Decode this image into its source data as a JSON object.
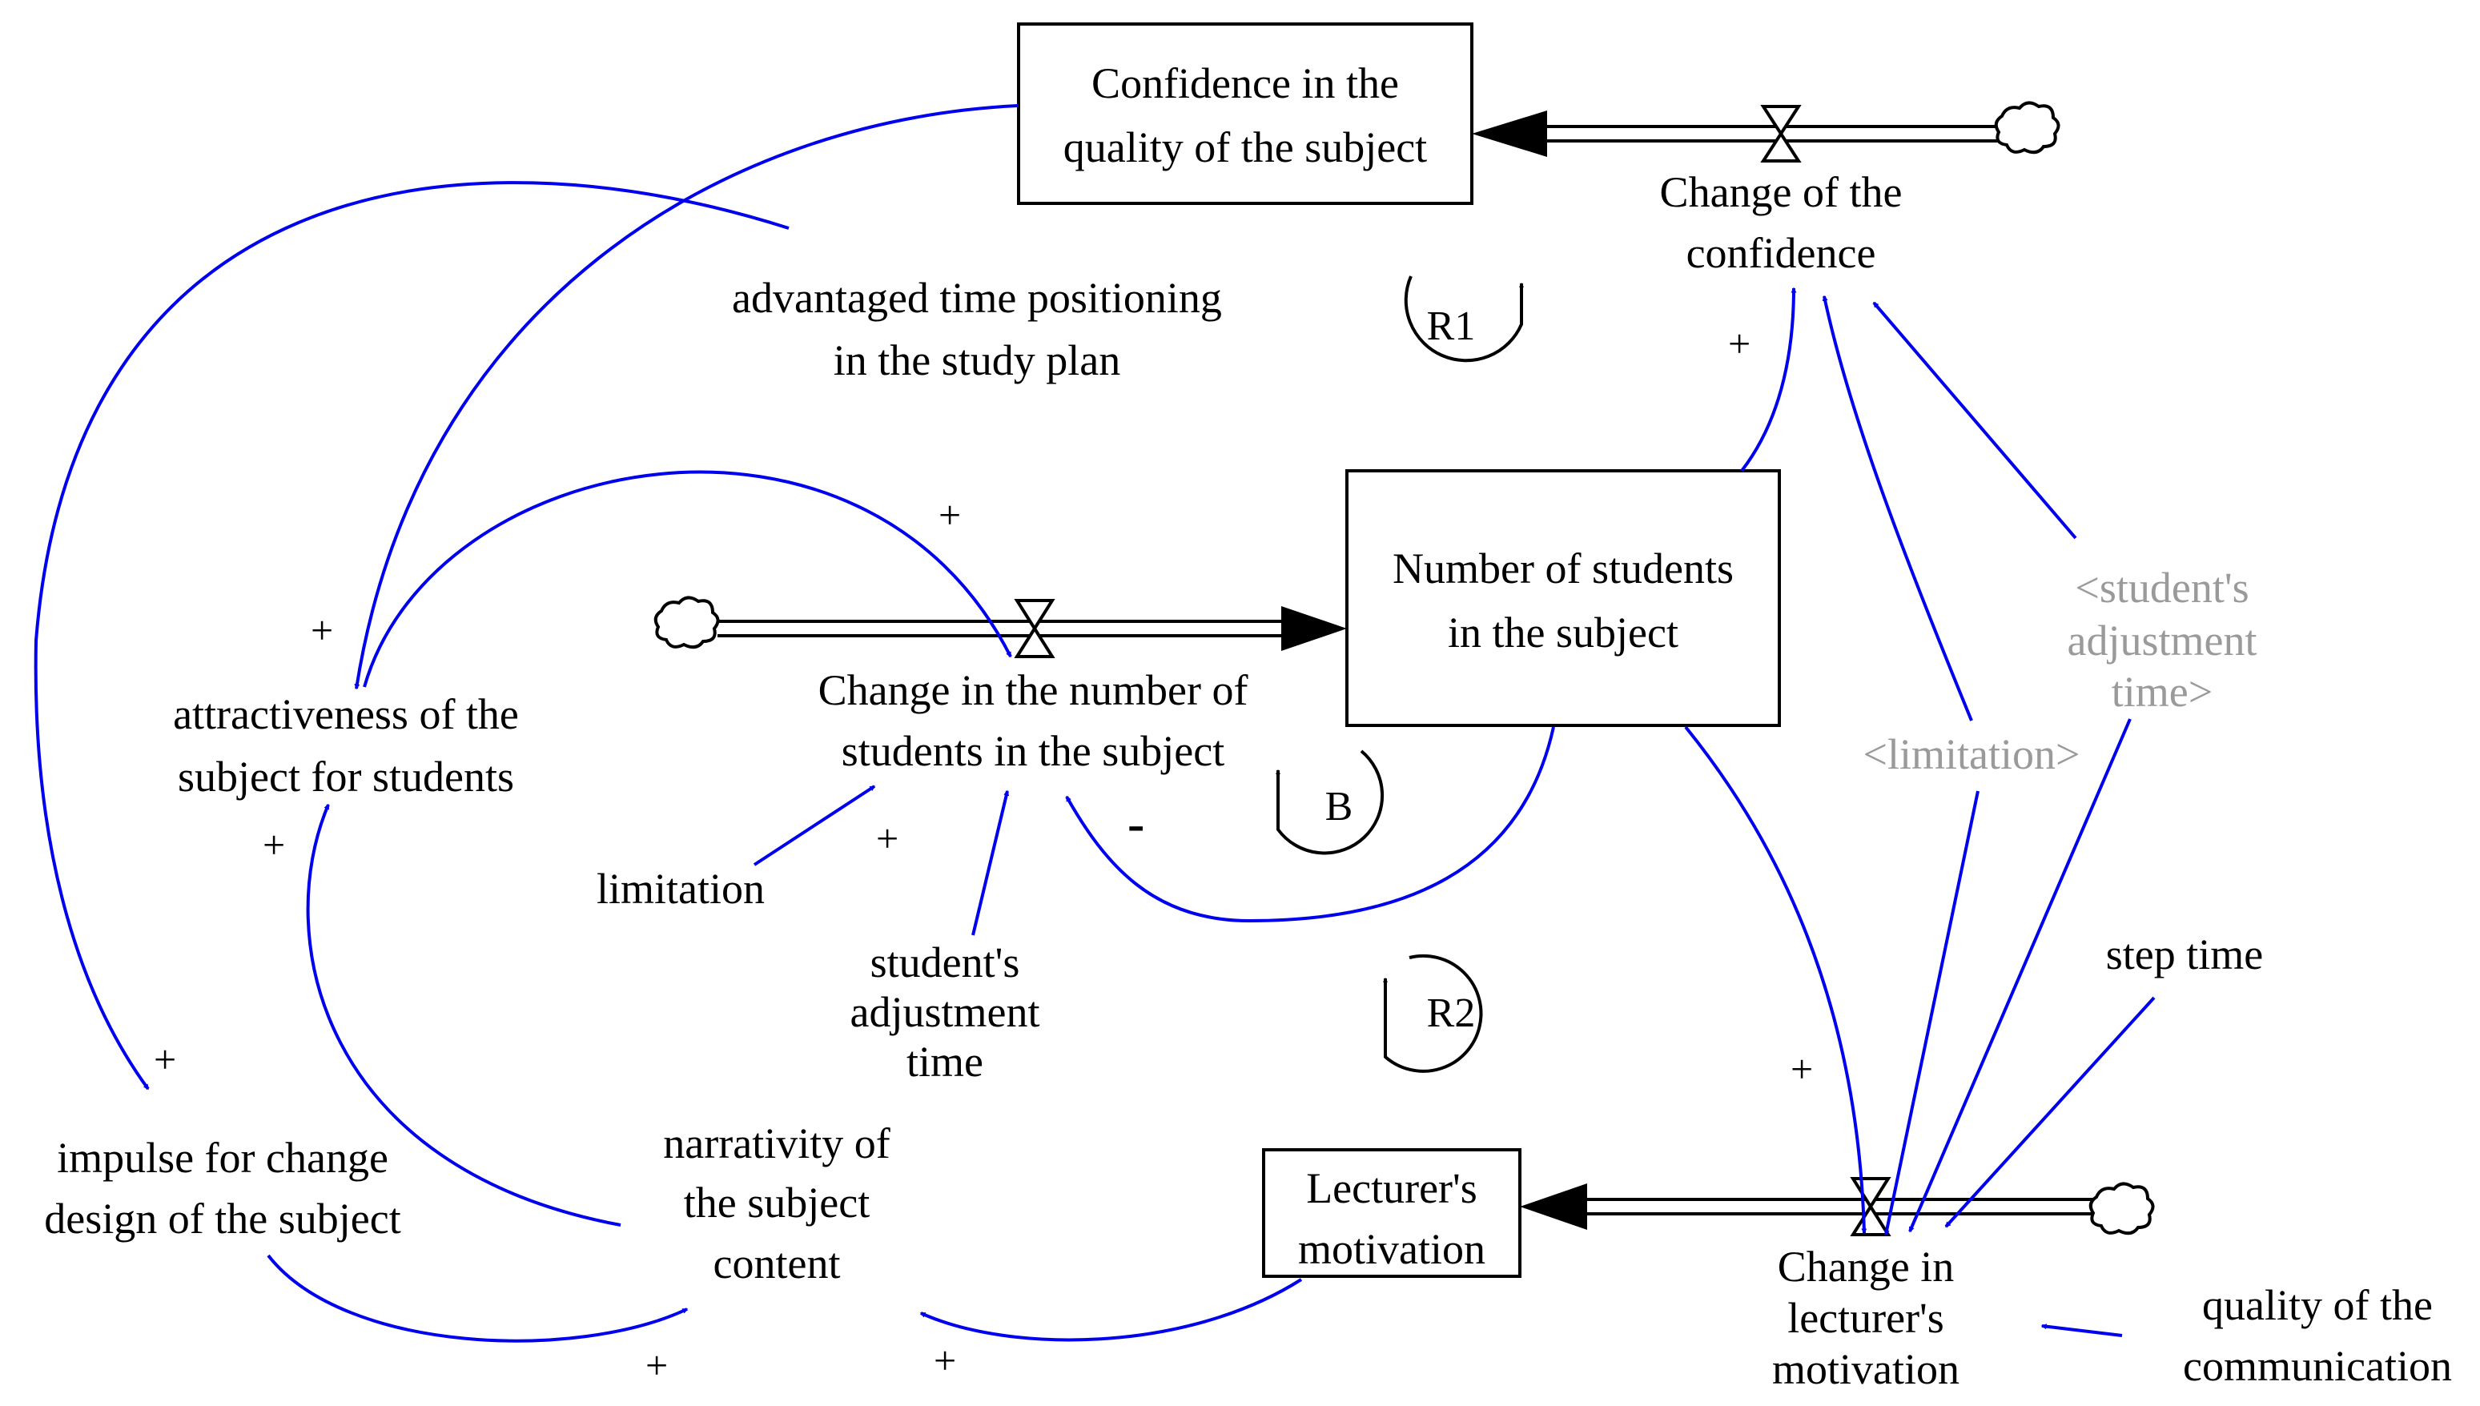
{
  "stocks": {
    "confidence": [
      "Confidence in the",
      "quality of the subject"
    ],
    "students": [
      "Number of students",
      "in the subject"
    ],
    "motivation": [
      "Lecturer's",
      "motivation"
    ]
  },
  "flows": {
    "change_confidence": [
      "Change of the",
      "confidence"
    ],
    "change_students": [
      "Change in the number of",
      "students in the subject"
    ],
    "change_motivation": [
      "Change in",
      "lecturer's",
      "motivation"
    ]
  },
  "variables": {
    "advantaged_time": [
      "advantaged time positioning",
      "in the study plan"
    ],
    "attractiveness": [
      "attractiveness of the",
      "subject for students"
    ],
    "impulse": [
      "impulse for change",
      "design of the subject"
    ],
    "narrativity": [
      "narrativity of",
      "the subject",
      "content"
    ],
    "limitation": "limitation",
    "adjustment_time": [
      "student's",
      "adjustment",
      "time"
    ],
    "step_time": "step time",
    "quality_comm": [
      "quality of the",
      "communication"
    ]
  },
  "shadow_variables": {
    "limitation": "<limitation>",
    "adjustment_time": [
      "<student's",
      "adjustment",
      "time>"
    ]
  },
  "loops": {
    "r1": "R1",
    "b": "B",
    "r2": "R2"
  },
  "polarity": {
    "plus": "+",
    "minus": "-"
  },
  "colors": {
    "link": "#0000ee",
    "shadow_text": "#9a9a9a",
    "structure": "#000000"
  }
}
